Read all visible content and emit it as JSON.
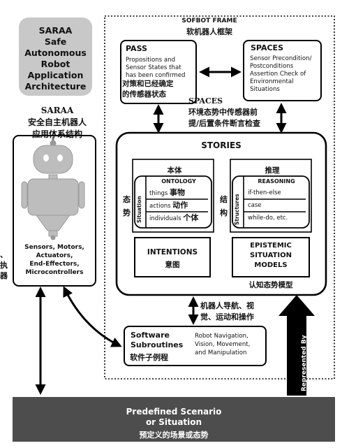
{
  "saraa_title": "SARAA\nSafe\nAutonomous\nRobot\nApplication\nArchitecture",
  "saraa_cn": "SARAA\n安全自主机器人\n应用体系结构",
  "robot_label": "Sensors, Motors,\nActuators,\nEnd-Effectors,\nMicrocontrollers",
  "left_edge_chars": [
    "、",
    "执",
    "器"
  ],
  "frame_title": "SOFBOT FRAME",
  "frame_title_cn": "软机器人框架",
  "pass": {
    "title": "PASS",
    "text": "Propositions and\nSensor States that\nhas been confirmed",
    "cn": "对策和已经确定\n的传感器状态"
  },
  "spaces": {
    "title": "SPACES",
    "text": "Sensor Precondition/\nPostconditions\nAssertion Check of\nEnvironmental\nSituations",
    "cn": "SPACES\n环境态势中传感器前\n提/后置条件断言检查"
  },
  "stories": {
    "title": "STORIES",
    "ontology_cn": "本体",
    "ontology": "ONTOLOGY",
    "situation_vertical": "Situation",
    "situation_cn_chars": [
      "态",
      "势"
    ],
    "ontology_rows": [
      {
        "en": "things",
        "cn": "事物"
      },
      {
        "en": "actions",
        "cn": "动作"
      },
      {
        "en": "individuals",
        "cn": "个体"
      }
    ],
    "reasoning_cn": "推理",
    "reasoning": "REASONING",
    "structures_vertical": "Structures",
    "structures_cn_chars": [
      "结",
      "构"
    ],
    "reasoning_rows": [
      "if-then-else",
      "case",
      "while-do, etc."
    ],
    "intentions": "INTENTIONS",
    "intentions_cn": "意图",
    "epistemic": "EPISTEMIC\nSITUATION\nMODELS",
    "epistemic_cn": "认知态势模型"
  },
  "nav_cn": "机器人导航、视\n觉、运动和操作",
  "software": {
    "title": "Software\nSubroutines",
    "cn": "软件子例程",
    "text": "Robot Navigation,\nVision, Movement,\nand Manipulation"
  },
  "represented_by": "Represented By",
  "bottom": {
    "title": "Predefined Scenario\nor Situation",
    "cn": "预定义的场景或态势"
  },
  "colors": {
    "gray_box": "#c8c8c8",
    "dark_bar": "#4d4d4d",
    "robot": "#bdbdbd"
  }
}
